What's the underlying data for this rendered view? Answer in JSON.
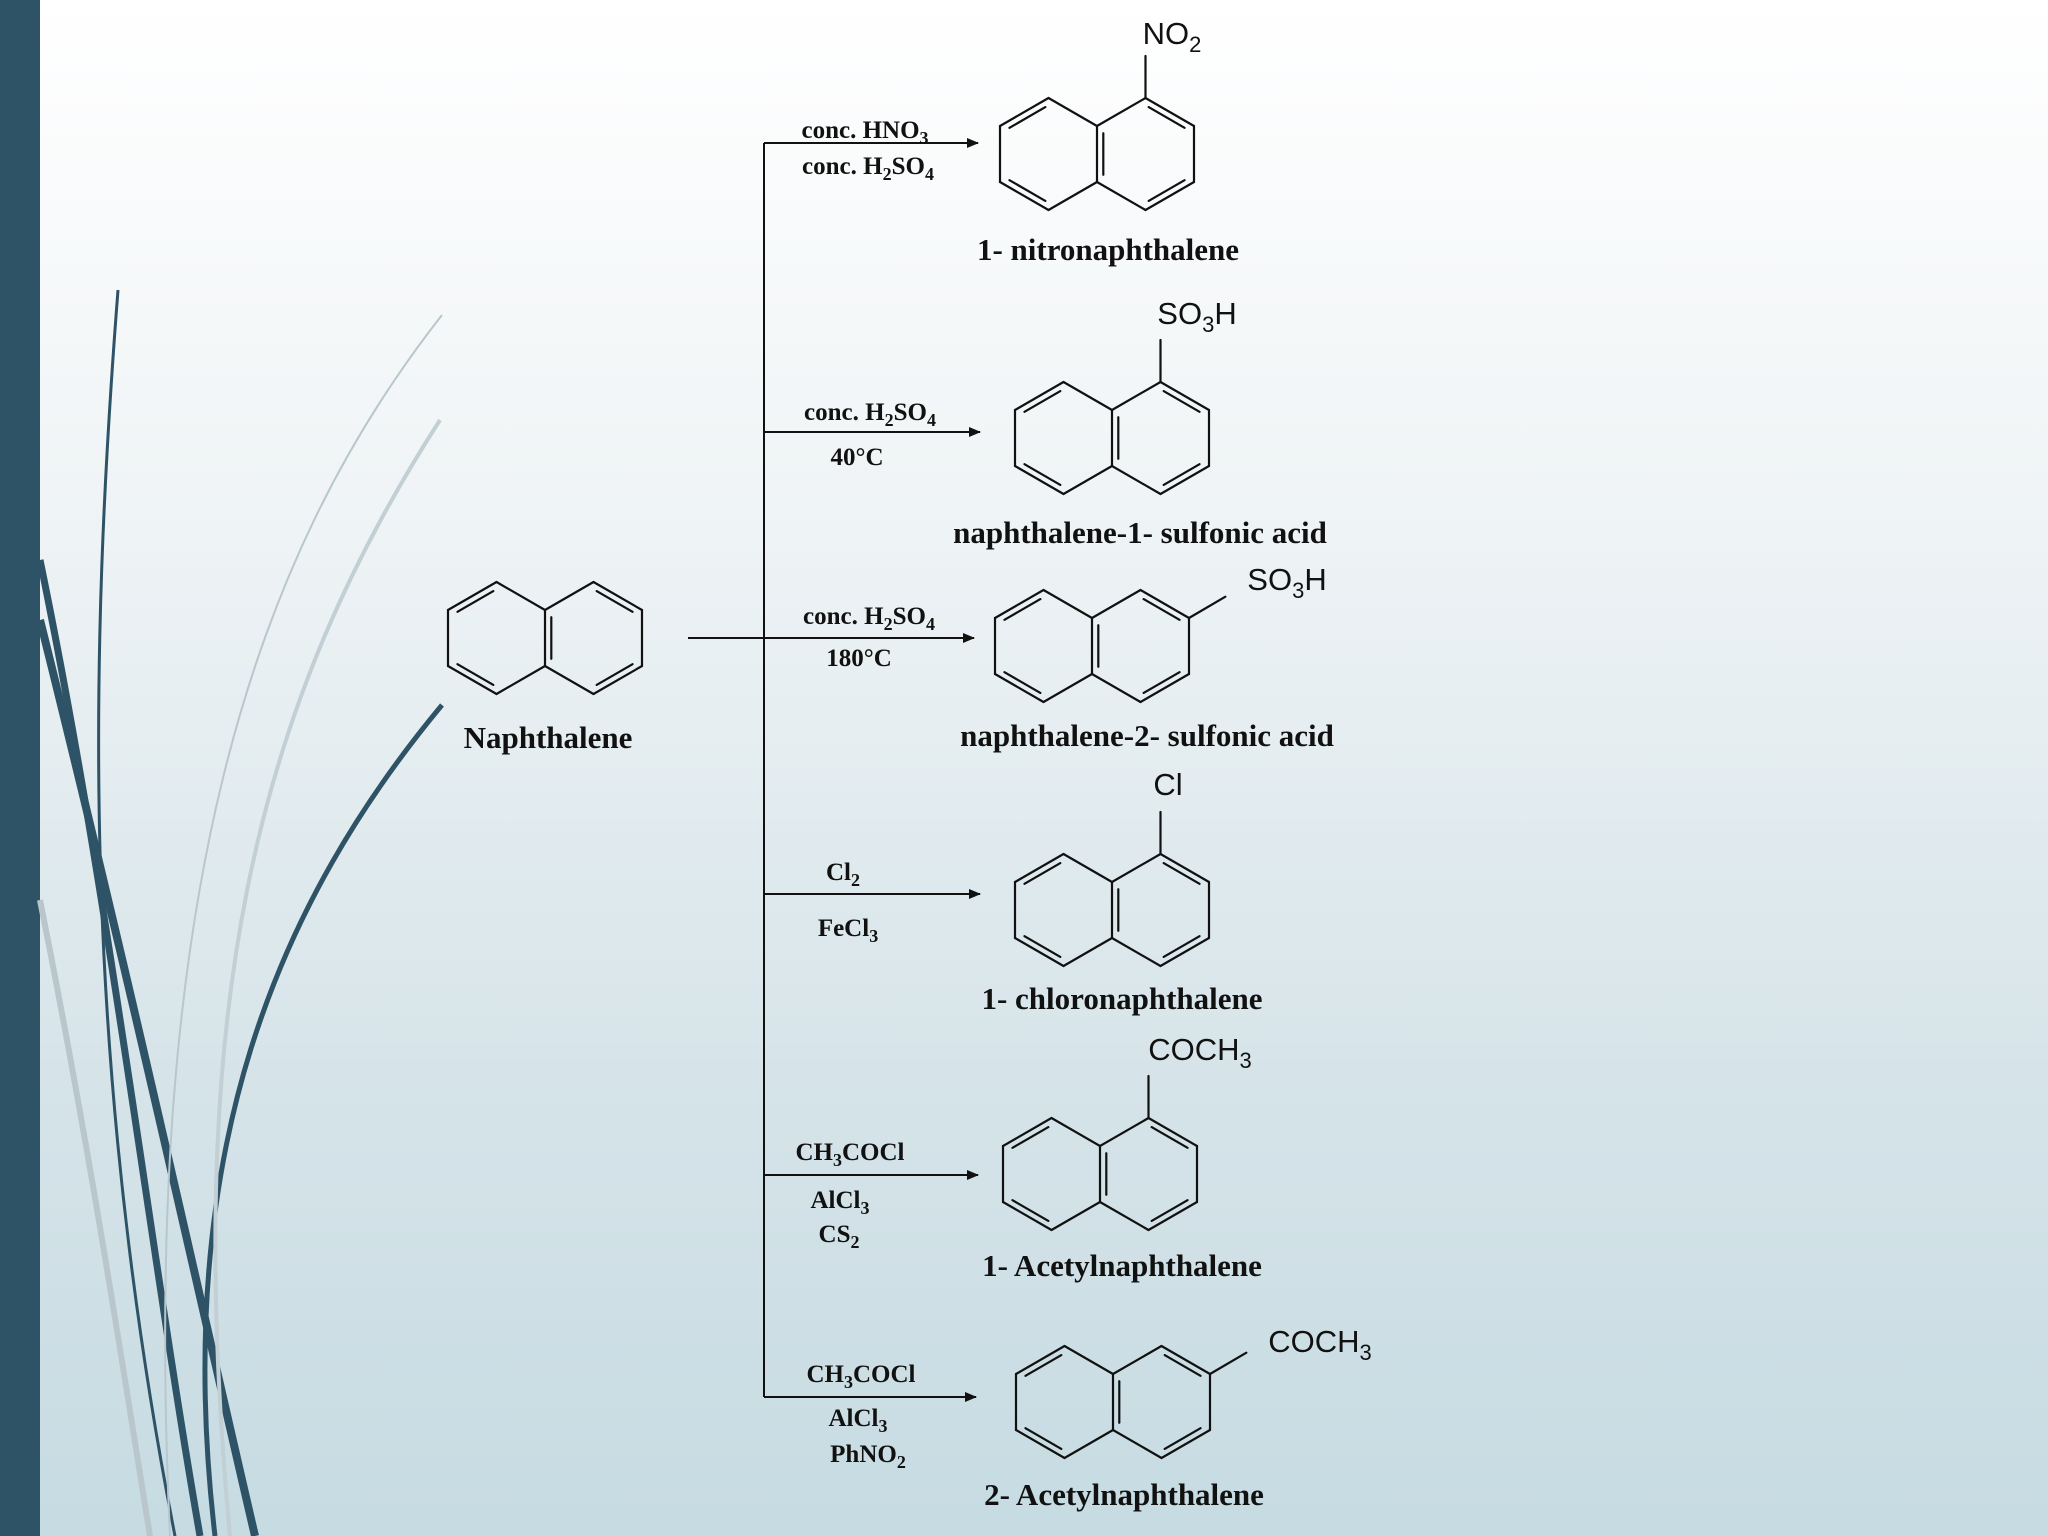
{
  "reactant": {
    "name": "Naphthalene"
  },
  "products": [
    {
      "id": "nitro",
      "name": "1- nitronaphthalene",
      "group": [
        "NO",
        "2",
        ""
      ],
      "reagents": [
        [
          "conc. HNO",
          "3",
          ""
        ],
        [
          "conc. H",
          "2",
          "SO",
          "4",
          ""
        ]
      ]
    },
    {
      "id": "sulf1",
      "name": "naphthalene-1- sulfonic acid",
      "group": [
        "SO",
        "3",
        "H"
      ],
      "reagents": [
        [
          "conc. H",
          "2",
          "SO",
          "4",
          ""
        ],
        [
          "40°C"
        ]
      ]
    },
    {
      "id": "sulf2",
      "name": "naphthalene-2- sulfonic acid",
      "group": [
        "SO",
        "3",
        "H"
      ],
      "reagents": [
        [
          "conc. H",
          "2",
          "SO",
          "4",
          ""
        ],
        [
          "180°C"
        ]
      ]
    },
    {
      "id": "chloro",
      "name": "1- chloronaphthalene",
      "group": [
        "Cl"
      ],
      "reagents": [
        [
          "Cl",
          "2",
          ""
        ],
        [
          "FeCl",
          "3",
          ""
        ]
      ]
    },
    {
      "id": "acetyl1",
      "name": "1- Acetylnaphthalene",
      "group": [
        "COCH",
        "3",
        ""
      ],
      "reagents": [
        [
          "CH",
          "3",
          "COCl"
        ],
        [
          "AlCl",
          "3",
          ""
        ],
        [
          "CS",
          "2",
          ""
        ]
      ]
    },
    {
      "id": "acetyl2",
      "name": "2- Acetylnaphthalene",
      "group": [
        "COCH",
        "3",
        ""
      ],
      "reagents": [
        [
          "CH",
          "3",
          "COCl"
        ],
        [
          "AlCl",
          "3",
          ""
        ],
        [
          "PhNO",
          "2",
          ""
        ]
      ]
    }
  ],
  "colors": {
    "sidebar": "#2e5366",
    "swoosh_dark": "#2e5366",
    "swoosh_light": "#b9c7cd",
    "ink": "#111111"
  }
}
